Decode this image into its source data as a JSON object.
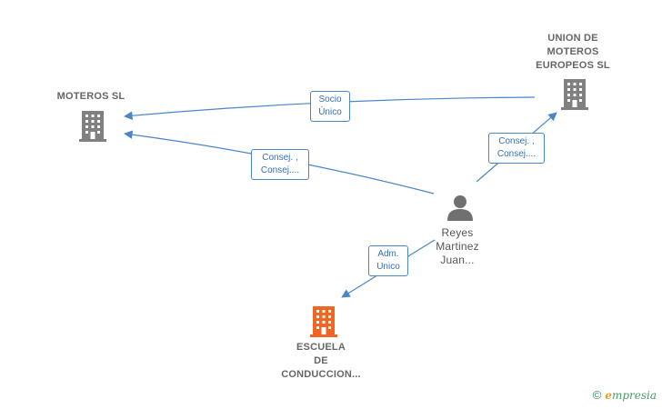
{
  "colors": {
    "edge": "#4a86c8",
    "company": "#808080",
    "focus_company": "#f26522",
    "person": "#707070"
  },
  "nodes": {
    "moteros": {
      "lines": [
        "MOTEROS SL"
      ],
      "icon": "building-icon"
    },
    "union": {
      "lines": [
        "UNION DE",
        "MOTEROS",
        "EUROPEOS SL"
      ],
      "icon": "building-icon"
    },
    "escuela": {
      "lines": [
        "ESCUELA",
        "DE",
        "CONDUCCION..."
      ],
      "icon": "building-icon"
    },
    "reyes": {
      "lines": [
        "Reyes",
        "Martinez",
        "Juan..."
      ],
      "icon": "person-icon"
    }
  },
  "edges": {
    "union_moteros": [
      "Socio",
      "Único"
    ],
    "reyes_moteros": [
      "Consej. ,",
      "Consej...."
    ],
    "reyes_union": [
      "Consej. ,",
      "Consej...."
    ],
    "reyes_escuela": [
      "Adm.",
      "Unico"
    ]
  },
  "brand": {
    "copyright": "©",
    "initial": "e",
    "name": "mpresia"
  }
}
